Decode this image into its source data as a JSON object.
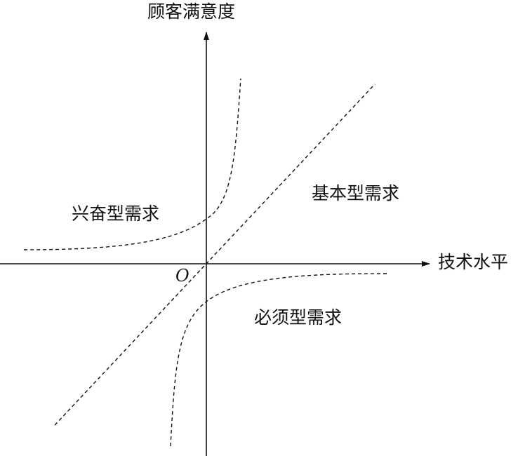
{
  "axes": {
    "y_label": "顾客满意度",
    "x_label": "技术水平",
    "origin_label": "O"
  },
  "curves": {
    "excitement_label": "兴奋型需求",
    "performance_label": "基本型需求",
    "basic_label": "必须型需求"
  },
  "colors": {
    "ink": "#111111",
    "background": "#ffffff"
  }
}
